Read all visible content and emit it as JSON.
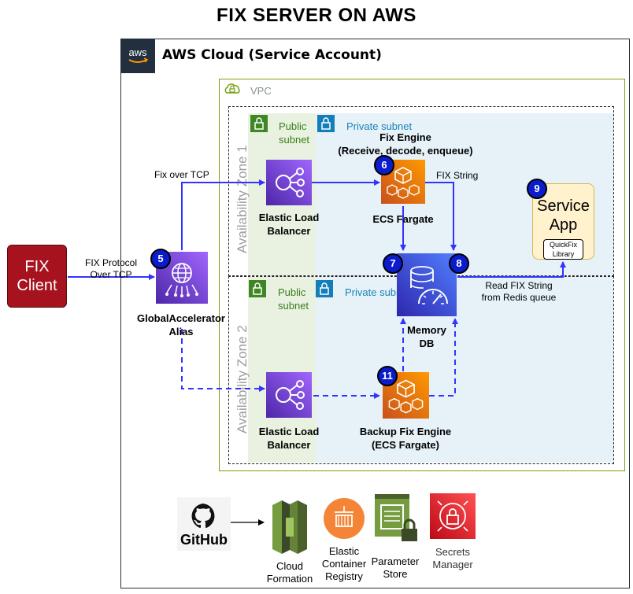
{
  "title": "FIX SERVER ON AWS",
  "aws_cloud": {
    "logo_text": "aws",
    "label": "AWS Cloud (Service Account)"
  },
  "vpc": {
    "label": "VPC"
  },
  "zones": [
    {
      "label": "Availability Zone 1",
      "public_label": "Public\nsubnet",
      "private_label": "Private subnet"
    },
    {
      "label": "Availability Zone 2",
      "public_label": "Public\nsubnet",
      "private_label": "Private subnet"
    }
  ],
  "fix_client": {
    "label": "FIX\nClient"
  },
  "edges": {
    "client_to_ga": "FIX Protocol\nOver TCP",
    "ga_to_elb": "Fix over TCP",
    "engine_to_db": "FIX String",
    "db_to_app": "Read FIX String\nfrom Redis queue"
  },
  "global_accelerator": {
    "label": "GlobalAccelerator\nAlias",
    "badge": "5"
  },
  "elb1": {
    "label": "Elastic Load\nBalancer"
  },
  "elb2": {
    "label": "Elastic Load\nBalancer"
  },
  "fix_engine": {
    "title": "Fix Engine\n(Receive, decode, enqueue)",
    "label": "ECS Fargate",
    "badge": "6"
  },
  "memory_db": {
    "label": "Memory\nDB",
    "badge_left": "7",
    "badge_right": "8"
  },
  "backup_engine": {
    "label": "Backup Fix Engine\n(ECS Fargate)",
    "badge": "11"
  },
  "service_app": {
    "label": "Service\nApp",
    "badge": "9",
    "library": "QuickFix\nLibrary"
  },
  "tools": {
    "github": "GitHub",
    "cloudformation": "Cloud\nFormation",
    "ecr": "Elastic\nContainer\nRegistry",
    "parameter_store": "Parameter\nStore",
    "secrets_manager": "Secrets\nManager"
  },
  "colors": {
    "arrow": "#3333ff",
    "fix_client": "#a6131f",
    "ga": "#8c4fff",
    "ecs": "#ed7100",
    "db": "#2e27ad",
    "cloudformation": "#7aa116",
    "parameter_store": "#7aa116",
    "secrets_manager": "#dd344c"
  }
}
